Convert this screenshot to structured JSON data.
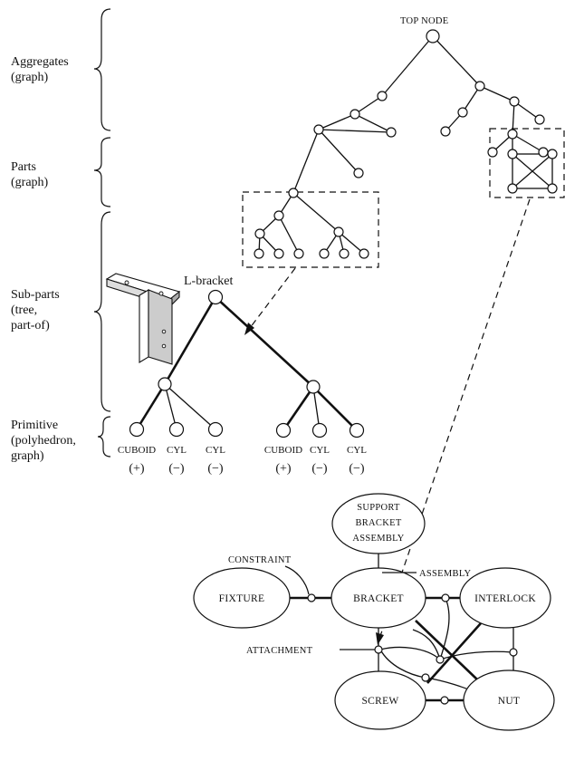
{
  "levels": {
    "aggregates": [
      "Aggregates",
      "(graph)"
    ],
    "parts": [
      "Parts",
      "(graph)"
    ],
    "subparts": [
      "Sub-parts",
      "(tree,",
      "part-of)"
    ],
    "primitive": [
      "Primitive",
      "(polyhedron,",
      "graph)"
    ]
  },
  "top_node_label": "TOP NODE",
  "lbracket_label": "L-bracket",
  "primitives": [
    {
      "name": "CUBOID",
      "sign": "(+)"
    },
    {
      "name": "CYL",
      "sign": "(−)"
    },
    {
      "name": "CYL",
      "sign": "(−)"
    },
    {
      "name": "CUBOID",
      "sign": "(+)"
    },
    {
      "name": "CYL",
      "sign": "(−)"
    },
    {
      "name": "CYL",
      "sign": "(−)"
    }
  ],
  "assembly": {
    "support": [
      "SUPPORT",
      "BRACKET",
      "ASSEMBLY"
    ],
    "assembly_label": "ASSEMBLY",
    "constraint_label": "CONSTRAINT",
    "attachment_label": "ATTACHMENT",
    "fixture": "FIXTURE",
    "bracket": "BRACKET",
    "interlock": "INTERLOCK",
    "screw": "SCREW",
    "nut": "NUT"
  }
}
